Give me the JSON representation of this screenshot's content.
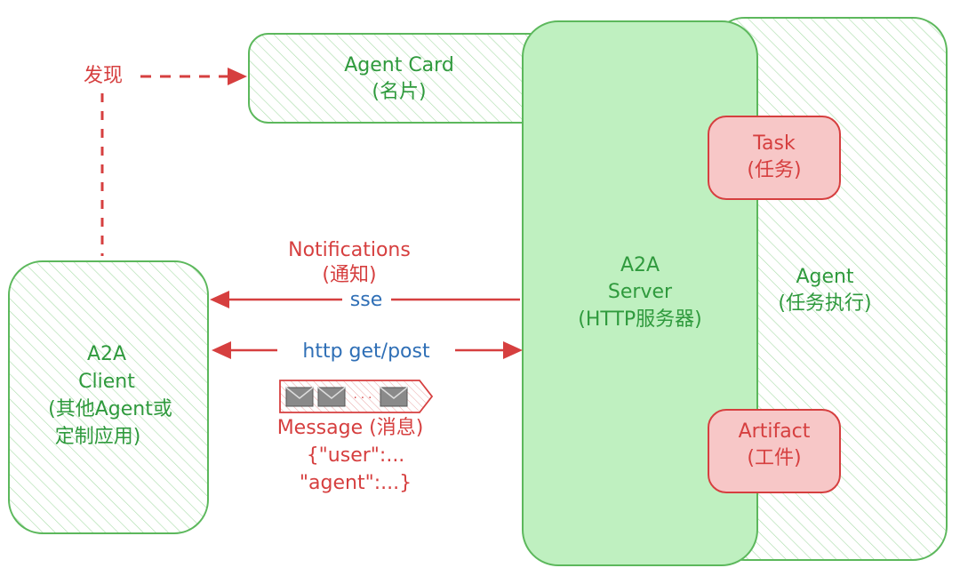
{
  "diagram": {
    "discover_label": "发现",
    "agent_card": {
      "title": "Agent Card",
      "subtitle": "(名片)"
    },
    "server": {
      "line1": "A2A",
      "line2": "Server",
      "line3": "(HTTP服务器)"
    },
    "agent": {
      "line1": "Agent",
      "line2": "(任务执行)"
    },
    "task": {
      "line1": "Task",
      "line2": "(任务)"
    },
    "artifact": {
      "line1": "Artifact",
      "line2": "(工件)"
    },
    "client": {
      "line1": "A2A",
      "line2": "Client",
      "line3": "(其他Agent或",
      "line4": "定制应用)"
    },
    "notifications": {
      "line1": "Notifications",
      "line2": "(通知)",
      "protocol": "sse"
    },
    "http_label": "http get/post",
    "message": {
      "title": "Message (消息)",
      "code1": "{\"user\":...",
      "code2": "\"agent\":...}",
      "ellipsis": "· · ·"
    },
    "colors": {
      "green_stroke": "#5cb85c",
      "green_fill": "#bff0c0",
      "green_text": "#2f9a3d",
      "red": "#d63f3f",
      "red_fill": "#f7c7c7",
      "blue": "#2f6fb6"
    }
  }
}
